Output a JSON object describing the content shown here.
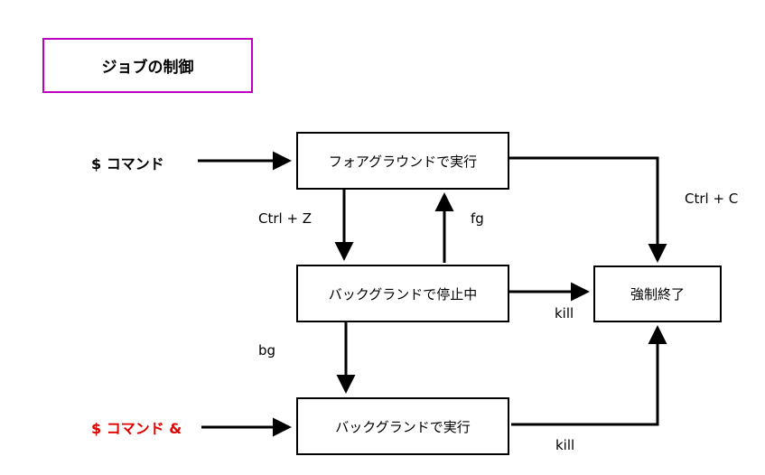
{
  "title": "ジョブの制御",
  "commands": {
    "foreground": "$ コマンド",
    "background": "$ コマンド &"
  },
  "nodes": {
    "fg_running": "フォアグラウンドで実行",
    "bg_stopped": "バックグランドで停止中",
    "bg_running": "バックグランドで実行",
    "terminated": "強制終了"
  },
  "edge_labels": {
    "ctrl_z": "Ctrl + Z",
    "fg": "fg",
    "ctrl_c": "Ctrl + C",
    "bg": "bg",
    "kill_stopped": "kill",
    "kill_running": "kill"
  },
  "colors": {
    "title_border": "#c000c0",
    "background_command": "#e00000"
  }
}
